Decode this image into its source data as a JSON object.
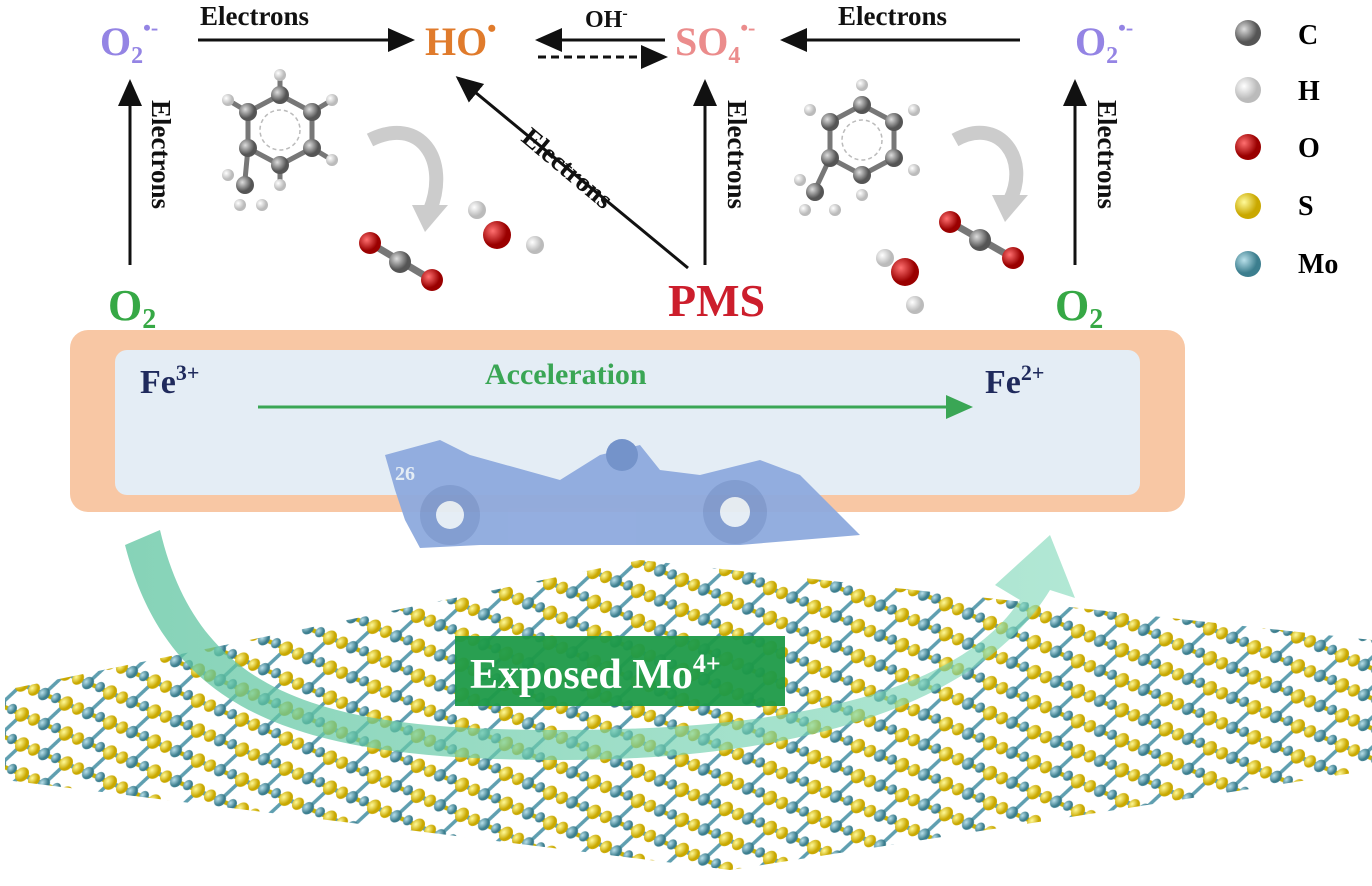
{
  "top": {
    "o2_radical_left": {
      "base": "O",
      "sub": "2",
      "sup": "•-"
    },
    "electrons_1": "Electrons",
    "ho_radical": {
      "base": "HO",
      "sup": "•"
    },
    "oh_minus": {
      "base": "OH",
      "sup": "-"
    },
    "so4_radical": {
      "base": "SO",
      "sub": "4",
      "sup": "•-"
    },
    "electrons_2": "Electrons",
    "o2_radical_right": {
      "base": "O",
      "sub": "2",
      "sup": "•-"
    }
  },
  "vertical": {
    "electrons_left": "Electrons",
    "electrons_diag": "Electrons",
    "electrons_pms": "Electrons",
    "electrons_right": "Electrons"
  },
  "bottom_species": {
    "o2_left": {
      "base": "O",
      "sub": "2"
    },
    "pms": "PMS",
    "o2_right": {
      "base": "O",
      "sub": "2"
    }
  },
  "legend": [
    {
      "label": "C",
      "color": "#7a7a7a"
    },
    {
      "label": "H",
      "color": "#f2f2f2"
    },
    {
      "label": "O",
      "color": "#d01818"
    },
    {
      "label": "S",
      "color": "#f2d100"
    },
    {
      "label": "Mo",
      "color": "#5f9fb0"
    }
  ],
  "panel": {
    "fe3": {
      "base": "Fe",
      "sup": "3+"
    },
    "acceleration": "Acceleration",
    "fe2": {
      "base": "Fe",
      "sup": "2+"
    },
    "car_number": "26"
  },
  "exposed": {
    "base": "Exposed Mo",
    "sup": "4+"
  },
  "colors": {
    "o2_radical": "#9484e4",
    "ho": "#e07b2c",
    "so4": "#eb8c8c",
    "o2": "#36a845",
    "pms": "#cc1e2c",
    "fe": "#1f2a5c",
    "accel": "#3aa655",
    "panel_outer": "#f8c7a4",
    "panel_inner": "#e4edf5",
    "car": "#8eaade",
    "exposed_bg": "#1e9a48"
  }
}
